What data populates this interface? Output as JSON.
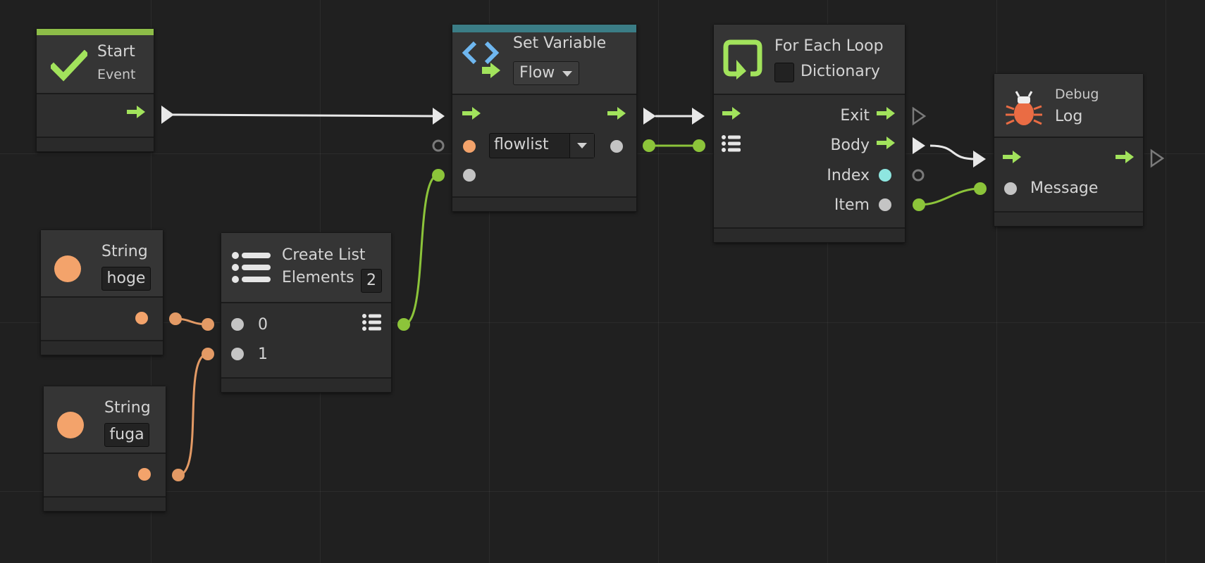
{
  "colors": {
    "background": "#202020",
    "flow_green": "#a2e35c",
    "string_orange": "#f3a36b",
    "list_green": "#8cc43a",
    "event_strip": "#8dbd48",
    "set_variable_strip": "#3b7d86",
    "index_cyan": "#8ee6e0"
  },
  "nodes": {
    "start_event": {
      "title": "Start",
      "subtitle": "Event",
      "icon": "checkmark-icon"
    },
    "set_variable": {
      "title": "Set Variable",
      "kind_option": "Flow",
      "variable_name": "flowlist",
      "icon": "set-variable-icon"
    },
    "for_each_loop": {
      "title": "For Each Loop",
      "option_label": "Dictionary",
      "option_checked": false,
      "ports": {
        "exit": "Exit",
        "body": "Body",
        "index": "Index",
        "item": "Item"
      },
      "icon": "loop-icon"
    },
    "debug_log": {
      "title": "Log",
      "subtitle": "Debug",
      "message_label": "Message",
      "icon": "bug-icon"
    },
    "string_hoge": {
      "title": "String",
      "value": "hoge"
    },
    "string_fuga": {
      "title": "String",
      "value": "fuga"
    },
    "create_list": {
      "title": "Create List",
      "elements_label": "Elements",
      "elements_count": "2",
      "inputs": [
        "0",
        "1"
      ],
      "icon": "list-icon"
    }
  }
}
